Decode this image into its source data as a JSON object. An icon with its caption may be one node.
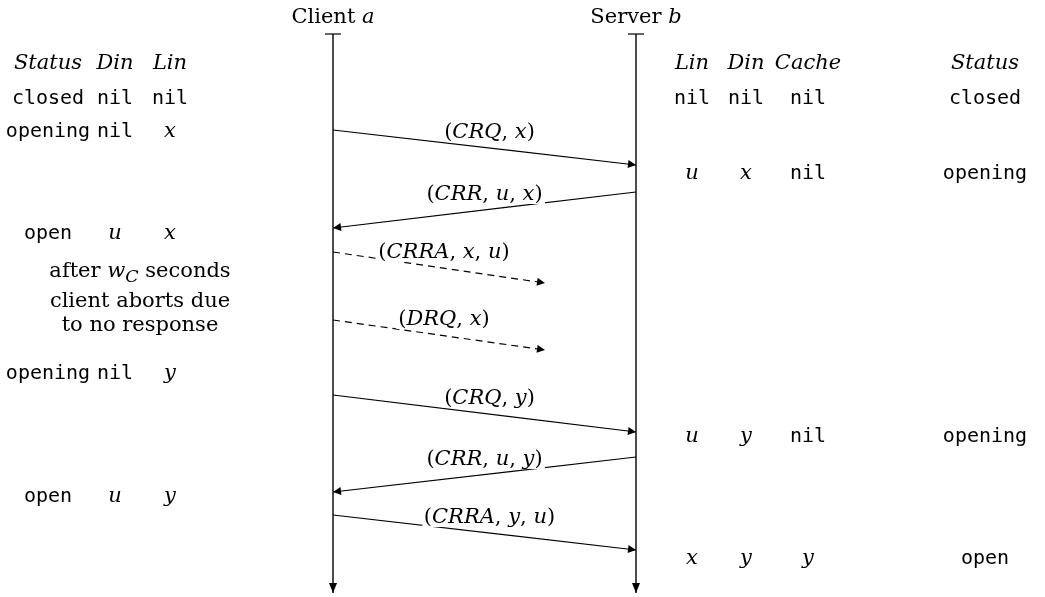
{
  "diagram": {
    "nodes": [
      {
        "text": [
          "Client *a*"
        ]
      },
      {
        "text": [
          "Server *b*"
        ]
      }
    ],
    "edges": [
      {
        "from": 0,
        "to": 1,
        "arrow": "to",
        "label": "(*CRQ*, *x*)"
      },
      {
        "from": 1,
        "to": 0,
        "arrow": "to",
        "label": "(*CRR*, *u*, *x*)"
      },
      {
        "from": 0,
        "to": null,
        "arrow": "to",
        "style": "dashed",
        "label": "(*CRRA*, *x*, *u*)"
      },
      {
        "from": 0,
        "to": null,
        "arrow": "to",
        "style": "dashed",
        "label": "(*DRQ*, *x*)"
      },
      {
        "from": 0,
        "to": 1,
        "arrow": "to",
        "label": "(*CRQ*, *y*)"
      },
      {
        "from": 1,
        "to": 0,
        "arrow": "to",
        "label": "(*CRR*, *u*, *y*)"
      },
      {
        "from": 0,
        "to": 1,
        "arrow": "to",
        "label": "(*CRRA*, *y*, *u*)"
      }
    ],
    "labels": [
      "Status",
      "Din",
      "Lin",
      "Lin",
      "Din",
      "Cache",
      "Status",
      "closed",
      "nil",
      "nil",
      "nil",
      "nil",
      "nil",
      "closed",
      "opening",
      "nil",
      "x",
      "u",
      "x",
      "nil",
      "opening",
      "open",
      "u",
      "x",
      "after *w*$_{C}$ seconds client aborts due to no response",
      "opening",
      "nil",
      "y",
      "u",
      "y",
      "nil",
      "opening",
      "open",
      "u",
      "y",
      "x",
      "y",
      "y",
      "open"
    ]
  }
}
